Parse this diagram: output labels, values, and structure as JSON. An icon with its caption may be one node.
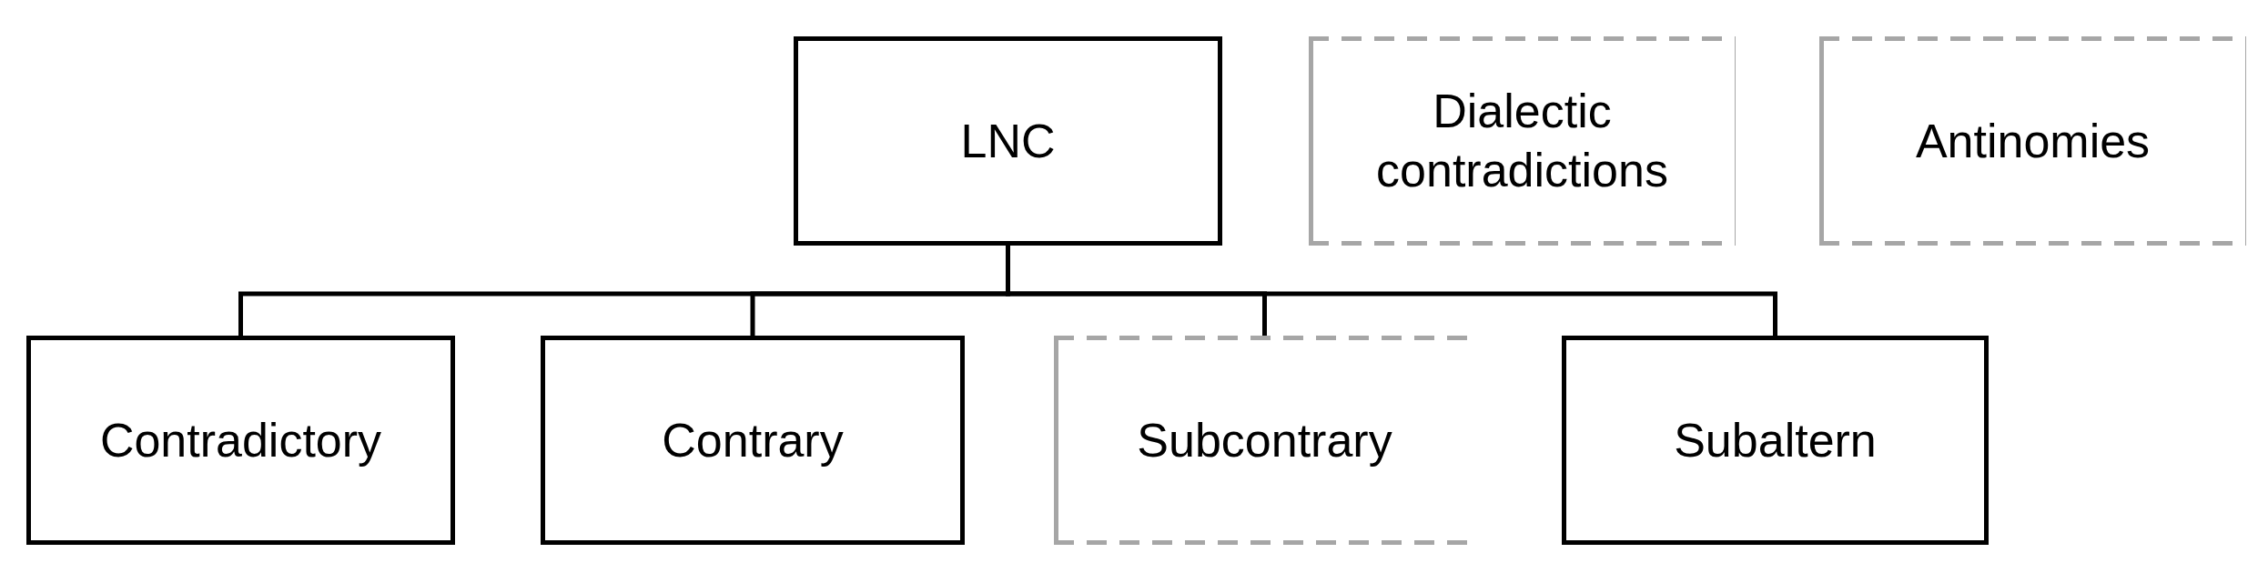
{
  "diagram": {
    "nodes": [
      {
        "text": [
          "LNC"
        ]
      },
      {
        "text": [
          "Dialectic contradictions"
        ]
      },
      {
        "text": [
          "Antinomies"
        ]
      },
      {
        "text": [
          "Contradictory"
        ]
      },
      {
        "text": [
          "Contrary"
        ]
      },
      {
        "text": [
          "Subcontrary"
        ]
      },
      {
        "text": [
          "Subaltern"
        ]
      }
    ],
    "edges": [
      {
        "from": 0,
        "to": 3,
        "arrow": "none"
      },
      {
        "from": 0,
        "to": 4,
        "arrow": "none"
      },
      {
        "from": 0,
        "to": 5,
        "arrow": "none"
      },
      {
        "from": 0,
        "to": 6,
        "arrow": "none"
      }
    ]
  }
}
